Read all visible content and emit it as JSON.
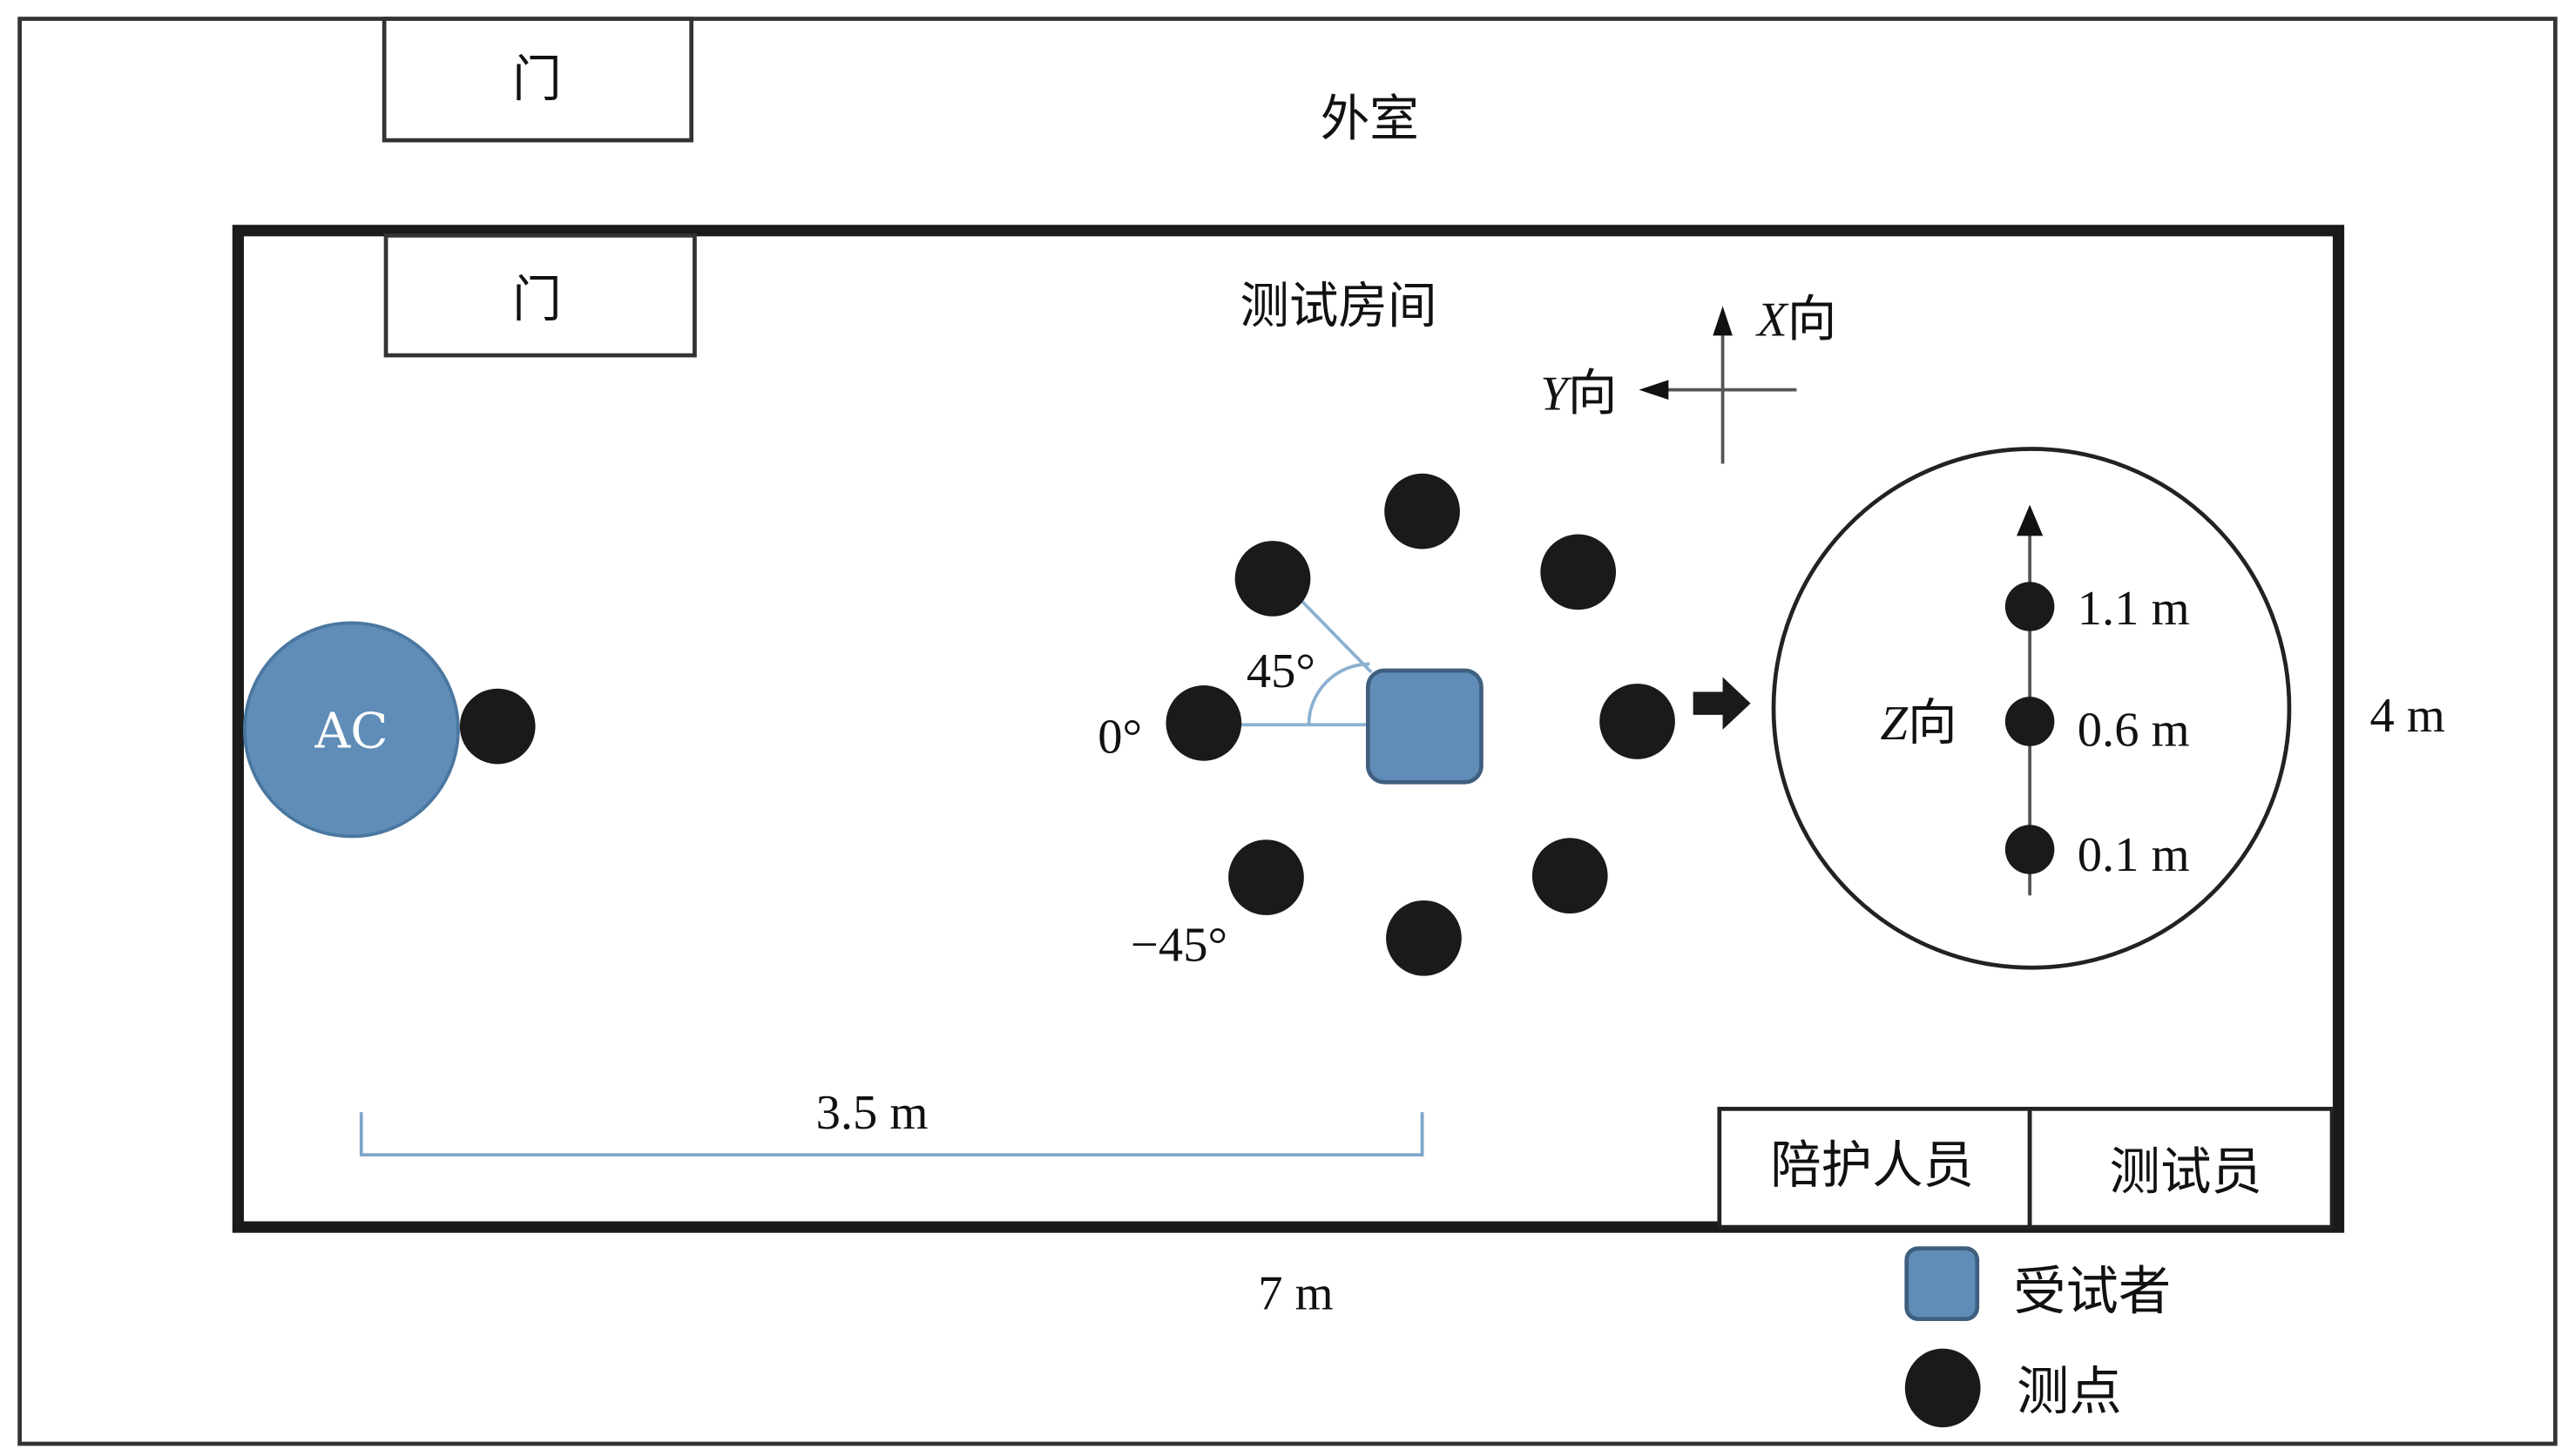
{
  "outer_room": {
    "label": "外室",
    "door_label": "门"
  },
  "test_room": {
    "label": "测试房间",
    "door_label": "门"
  },
  "ac": {
    "label": "AC",
    "color": "#5f8db8"
  },
  "axes": {
    "x_label_var": "X",
    "x_label_suffix": "向",
    "y_label_var": "Y",
    "y_label_suffix": "向"
  },
  "angles": {
    "upper": "45°",
    "zero": "0°",
    "lower": "−45°"
  },
  "subject_color": "#5f8db8",
  "z_detail": {
    "label_var": "Z",
    "label_suffix": "向",
    "heights": [
      "1.1 m",
      "0.6 m",
      "0.1 m"
    ]
  },
  "dimensions": {
    "distance": "3.5 m",
    "width": "4 m",
    "length": "7 m"
  },
  "stations": {
    "companion": "陪护人员",
    "tester": "测试员"
  },
  "legend": [
    {
      "label": "受试者",
      "shape": "rounded-square",
      "color": "#5f8db8"
    },
    {
      "label": "测点",
      "shape": "circle",
      "color": "#1a1a1a"
    }
  ]
}
